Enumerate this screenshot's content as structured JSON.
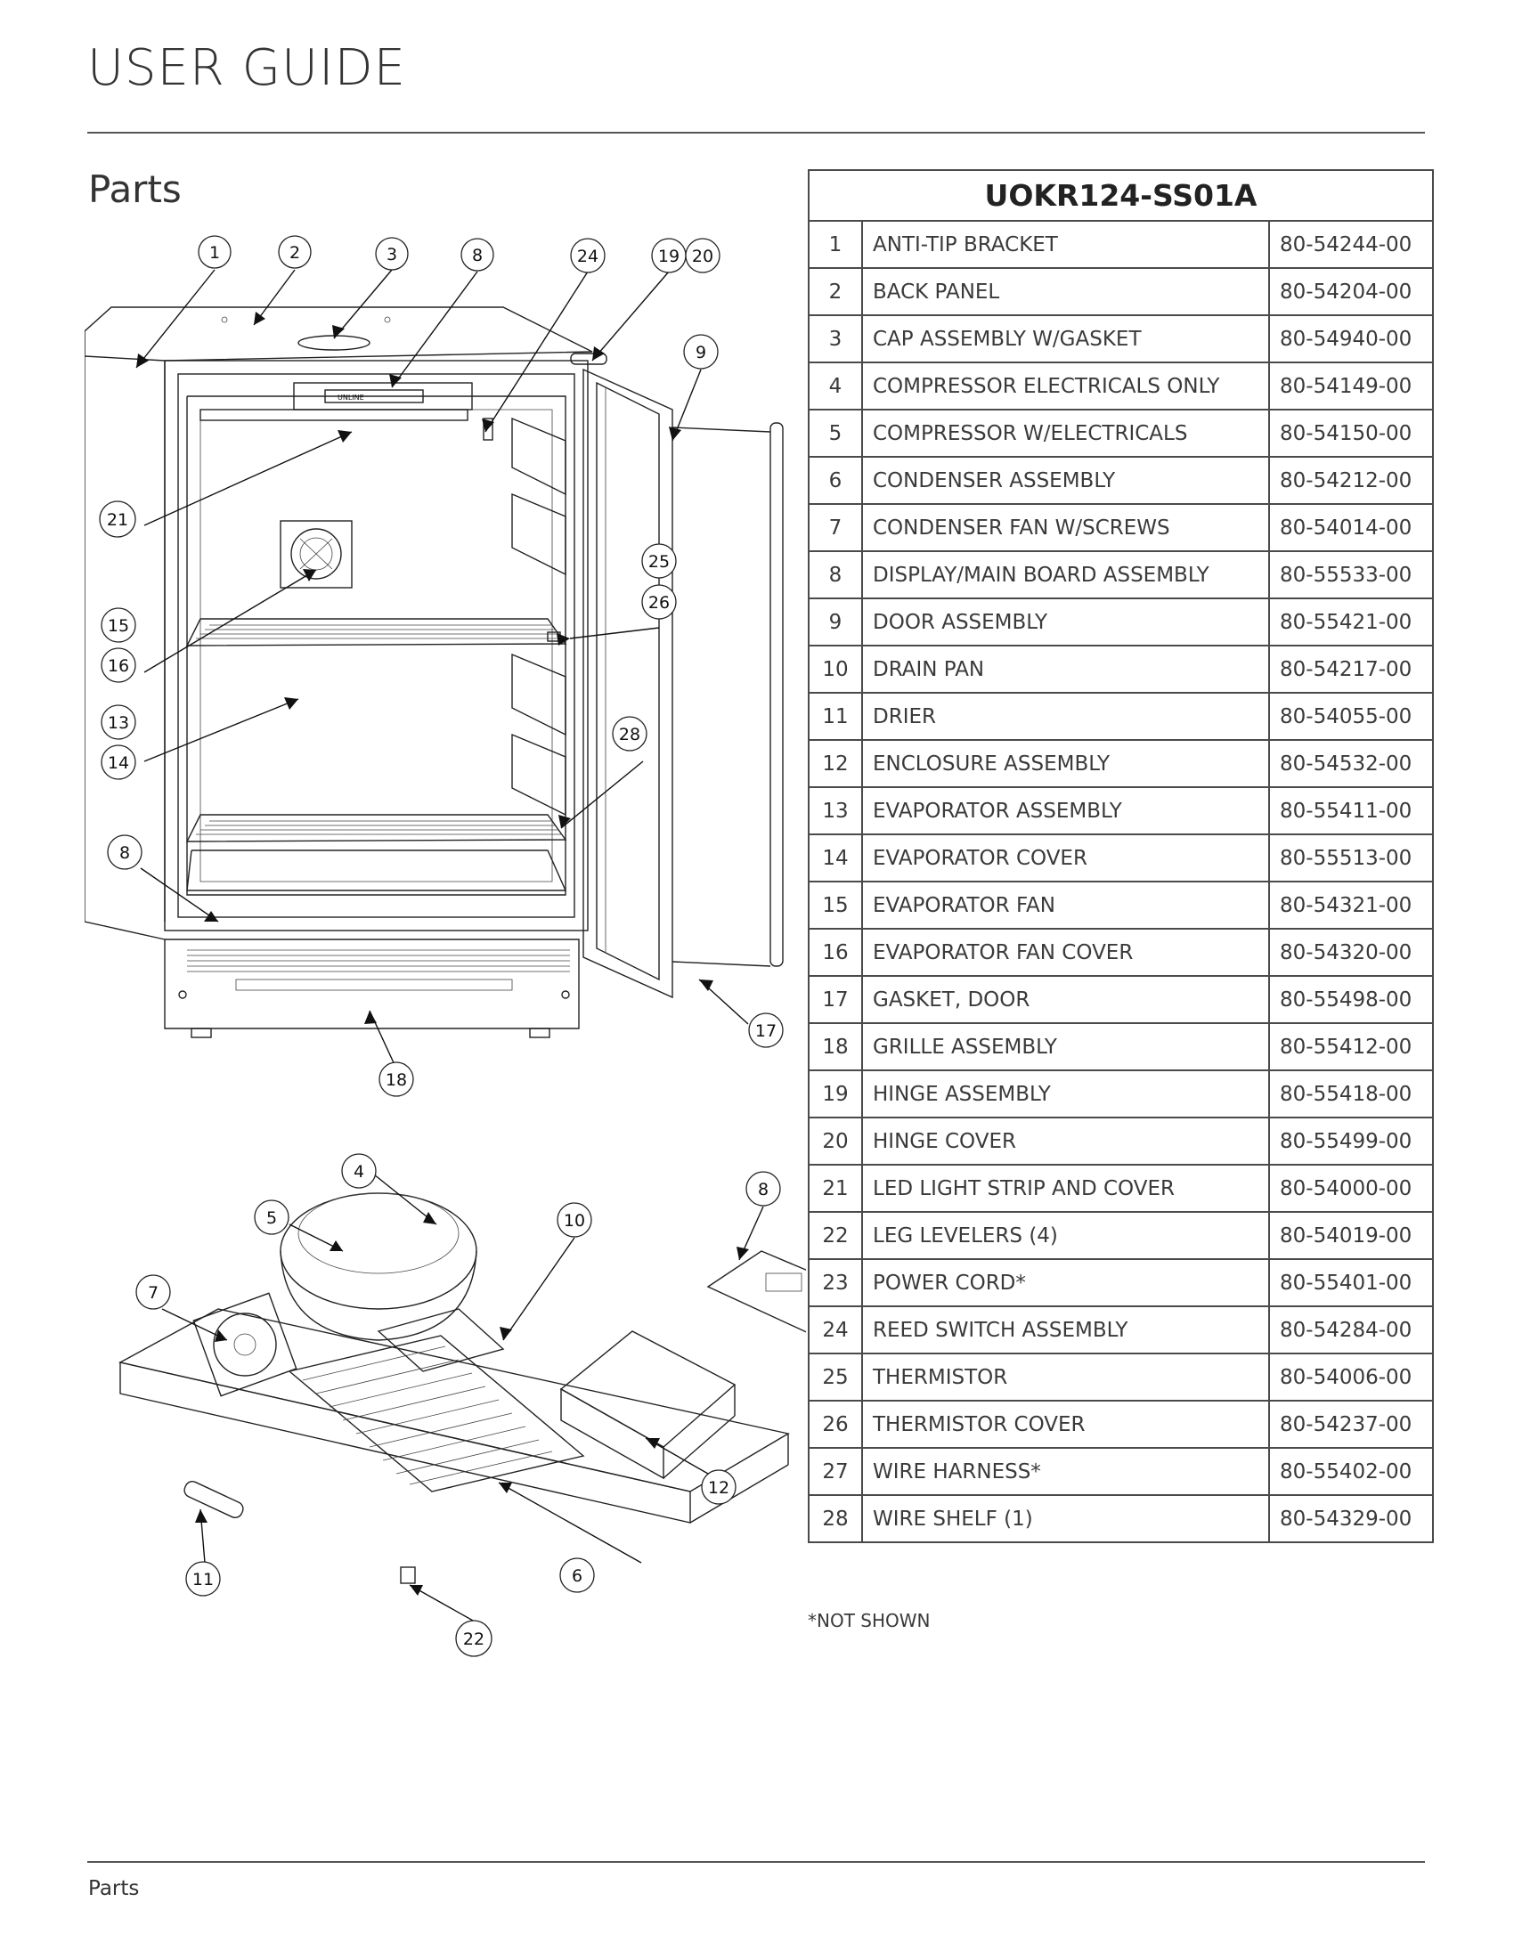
{
  "header": {
    "title": "USER GUIDE"
  },
  "section": {
    "heading": "Parts"
  },
  "table": {
    "model": "UOKR124-SS01A",
    "rows": [
      {
        "num": "1",
        "desc": "ANTI-TIP BRACKET",
        "pn": "80-54244-00"
      },
      {
        "num": "2",
        "desc": "BACK PANEL",
        "pn": "80-54204-00"
      },
      {
        "num": "3",
        "desc": "CAP ASSEMBLY W/GASKET",
        "pn": "80-54940-00"
      },
      {
        "num": "4",
        "desc": "COMPRESSOR ELECTRICALS ONLY",
        "pn": "80-54149-00"
      },
      {
        "num": "5",
        "desc": "COMPRESSOR W/ELECTRICALS",
        "pn": "80-54150-00"
      },
      {
        "num": "6",
        "desc": "CONDENSER ASSEMBLY",
        "pn": "80-54212-00"
      },
      {
        "num": "7",
        "desc": "CONDENSER FAN W/SCREWS",
        "pn": "80-54014-00"
      },
      {
        "num": "8",
        "desc": "DISPLAY/MAIN BOARD ASSEMBLY",
        "pn": "80-55533-00"
      },
      {
        "num": "9",
        "desc": "DOOR ASSEMBLY",
        "pn": "80-55421-00"
      },
      {
        "num": "10",
        "desc": "DRAIN PAN",
        "pn": "80-54217-00"
      },
      {
        "num": "11",
        "desc": "DRIER",
        "pn": "80-54055-00"
      },
      {
        "num": "12",
        "desc": "ENCLOSURE ASSEMBLY",
        "pn": "80-54532-00"
      },
      {
        "num": "13",
        "desc": "EVAPORATOR ASSEMBLY",
        "pn": "80-55411-00"
      },
      {
        "num": "14",
        "desc": "EVAPORATOR COVER",
        "pn": "80-55513-00"
      },
      {
        "num": "15",
        "desc": "EVAPORATOR FAN",
        "pn": "80-54321-00"
      },
      {
        "num": "16",
        "desc": "EVAPORATOR FAN COVER",
        "pn": "80-54320-00"
      },
      {
        "num": "17",
        "desc": "GASKET, DOOR",
        "pn": "80-55498-00"
      },
      {
        "num": "18",
        "desc": "GRILLE ASSEMBLY",
        "pn": "80-55412-00"
      },
      {
        "num": "19",
        "desc": "HINGE ASSEMBLY",
        "pn": "80-55418-00"
      },
      {
        "num": "20",
        "desc": "HINGE COVER",
        "pn": "80-55499-00"
      },
      {
        "num": "21",
        "desc": "LED LIGHT STRIP AND COVER",
        "pn": "80-54000-00"
      },
      {
        "num": "22",
        "desc": "LEG LEVELERS (4)",
        "pn": "80-54019-00"
      },
      {
        "num": "23",
        "desc": "POWER CORD*",
        "pn": "80-55401-00"
      },
      {
        "num": "24",
        "desc": "REED SWITCH ASSEMBLY",
        "pn": "80-54284-00"
      },
      {
        "num": "25",
        "desc": "THERMISTOR",
        "pn": "80-54006-00"
      },
      {
        "num": "26",
        "desc": "THERMISTOR COVER",
        "pn": "80-54237-00"
      },
      {
        "num": "27",
        "desc": "WIRE HARNESS*",
        "pn": "80-55402-00"
      },
      {
        "num": "28",
        "desc": "WIRE SHELF (1)",
        "pn": "80-54329-00"
      }
    ]
  },
  "note": "*NOT SHOWN",
  "footer": {
    "label": "Parts"
  },
  "diagram": {
    "display_brand": "UNLINE",
    "callouts": {
      "c1": "1",
      "c2": "2",
      "c3": "3",
      "c8a": "8",
      "c24": "24",
      "c19": "19",
      "c20": "20",
      "c9": "9",
      "c21": "21",
      "c25": "25",
      "c26": "26",
      "c15": "15",
      "c16": "16",
      "c13": "13",
      "c14": "14",
      "c28": "28",
      "c8b": "8",
      "c17": "17",
      "c18": "18",
      "c4": "4",
      "c5": "5",
      "c10": "10",
      "c8c": "8",
      "c7": "7",
      "c12": "12",
      "c11": "11",
      "c6": "6",
      "c22": "22"
    }
  }
}
